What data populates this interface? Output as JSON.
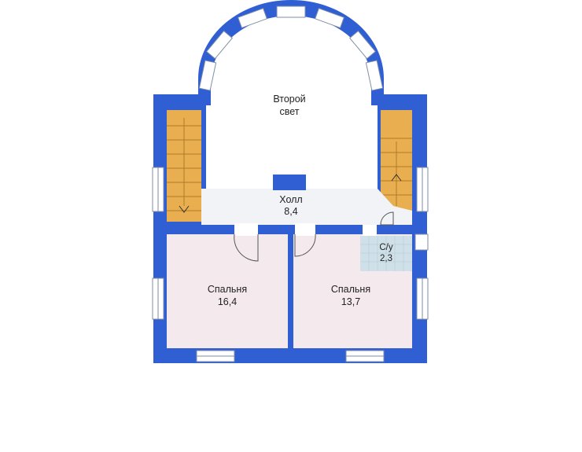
{
  "colors": {
    "wall": "#2f5fd3",
    "wall_dark": "#1f48b3",
    "floor_bedroom": "#f4e9ec",
    "floor_hall": "#f1f3f6",
    "floor_wc": "#cfe0e8",
    "stairs": "#e8ae50",
    "window": "#ffffff",
    "window_line": "#7f8ea6"
  },
  "rooms": {
    "second_light": {
      "name": "Второй",
      "name2": "свет"
    },
    "hall": {
      "name": "Холл",
      "area": "8,4"
    },
    "wc": {
      "name": "С/у",
      "area": "2,3"
    },
    "bedroom_left": {
      "name": "Спальня",
      "area": "16,4"
    },
    "bedroom_right": {
      "name": "Спальня",
      "area": "13,7"
    }
  }
}
